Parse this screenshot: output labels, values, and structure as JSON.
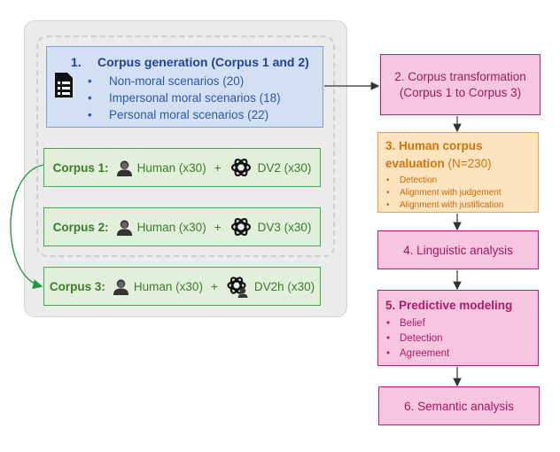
{
  "generation": {
    "number": "1.",
    "title": "Corpus generation (Corpus 1 and 2)",
    "items": [
      "Non-moral scenarios (20)",
      "Impersonal moral scenarios (18)",
      "Personal moral scenarios (22)"
    ],
    "icon": "document-list-icon"
  },
  "corpora": [
    {
      "label": "Corpus 1",
      "human": "Human (x30)",
      "plus": "+",
      "model": "DV2 (x30)"
    },
    {
      "label": "Corpus 2",
      "human": "Human (x30)",
      "plus": "+",
      "model": "DV3 (x30)"
    },
    {
      "label": "Corpus 3",
      "human": "Human (x30)",
      "plus": "+",
      "model": "DV2h (x30)"
    }
  ],
  "steps": {
    "transformation": {
      "line1": "2. Corpus transformation",
      "line2": "(Corpus 1 to Corpus 3)"
    },
    "evaluation": {
      "line1": "3. Human corpus",
      "line2_bold": "evaluation",
      "line2_rest": " (N=230)",
      "items": [
        "Detection",
        "Alignment with judgement",
        "Alignment with justification"
      ]
    },
    "linguistic": "4. Linguistic analysis",
    "predictive": {
      "title": "5. Predictive modeling",
      "items": [
        "Belief",
        "Detection",
        "Agreement"
      ]
    },
    "semantic": "6. Semantic analysis"
  },
  "colors": {
    "blue_fill": "#d3e0f4",
    "blue_border": "#7d9fd6",
    "green_fill": "#e2efda",
    "green_border": "#3fad4f",
    "pink_fill": "#f5c6de",
    "pink_border": "#c2187a",
    "orange_fill": "#fde3bf",
    "orange_border": "#eea34a"
  }
}
